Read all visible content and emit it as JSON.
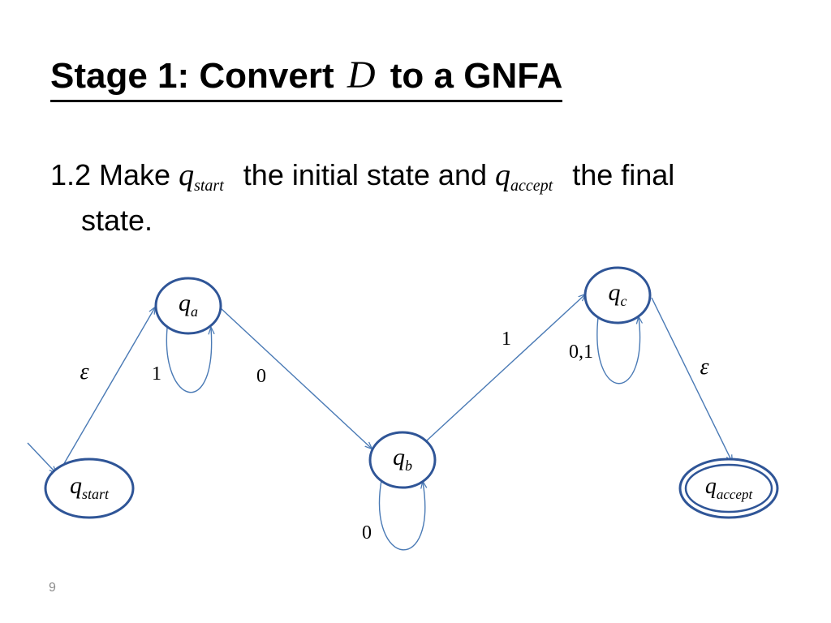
{
  "slide": {
    "title_prefix": "Stage 1: Convert",
    "title_symbol": "D",
    "title_suffix": "to a GNFA",
    "body": {
      "prefix": "1.2 Make",
      "start_q": "q",
      "start_sub": "start",
      "middle": "the initial state and",
      "accept_q": "q",
      "accept_sub": "accept",
      "suffix": "the final",
      "continuation": "state."
    },
    "page_number": "9"
  },
  "diagram": {
    "colors": {
      "state_stroke": "#2f5597",
      "edge": "#4a7ab5"
    },
    "states": [
      {
        "id": "qstart",
        "q": "q",
        "sub": "start",
        "start": true
      },
      {
        "id": "qa",
        "q": "q",
        "sub": "a"
      },
      {
        "id": "qb",
        "q": "q",
        "sub": "b"
      },
      {
        "id": "qc",
        "q": "q",
        "sub": "c"
      },
      {
        "id": "qaccept",
        "q": "q",
        "sub": "accept",
        "accepting": true
      }
    ],
    "transitions": [
      {
        "from": "qstart",
        "to": "qa",
        "label": "ε"
      },
      {
        "from": "qa",
        "to": "qa",
        "label": "1"
      },
      {
        "from": "qa",
        "to": "qb",
        "label": "0"
      },
      {
        "from": "qb",
        "to": "qb",
        "label": "0"
      },
      {
        "from": "qb",
        "to": "qc",
        "label": "1"
      },
      {
        "from": "qc",
        "to": "qc",
        "label": "0,1"
      },
      {
        "from": "qc",
        "to": "qaccept",
        "label": "ε"
      }
    ]
  }
}
